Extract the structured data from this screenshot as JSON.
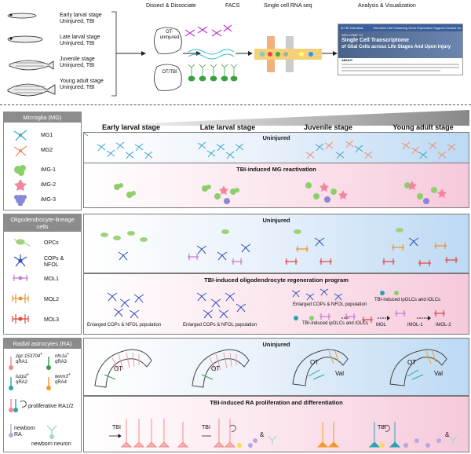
{
  "workflow": {
    "stages": [
      {
        "name": "Early larval stage",
        "cond": "Uninjured, TBI"
      },
      {
        "name": "Late larval stage",
        "cond": "Uninjured, TBI"
      },
      {
        "name": "Juvenile stage",
        "cond": "Uninjured, TBI"
      },
      {
        "name": "Young adult stage",
        "cond": "Uninjured, TBI"
      }
    ],
    "steps": [
      "Dissect & Dissociate",
      "FACS",
      "Single cell RNA seq",
      "Analysis & Visualization"
    ],
    "ot_uninjured": "OT-\nuninjured",
    "ot_tbi": "OT/TBI",
    "website": {
      "nav": "zf-TBI Glia Atlas",
      "nav_items": [
        "Overview",
        "Cell Clustering",
        "Gene Expression",
        "Support",
        "Contact Us"
      ],
      "welcome": "WELCOME TO",
      "title1": "Single Cell Transcriptome",
      "title2": "of Glial Cells across Life Stages And Upon Injury",
      "about": "ABOUT"
    }
  },
  "stage_headers": [
    "Early larval stage",
    "Late larval stage",
    "Juvenile stage",
    "Young adult stage"
  ],
  "microglia": {
    "title": "Microglia (MG)",
    "legend": [
      "MG1",
      "MG2",
      "iMG-1",
      "iMG-2",
      "iMG-3"
    ],
    "uninjured": "Uninjured",
    "tbi": "TBI-induced MG reactivation"
  },
  "oligo": {
    "title": "Oligodendrocyte-lineage cells",
    "legend": [
      "OPCs",
      "COPs & NFOL",
      "MOL1",
      "MOL2",
      "MOL3"
    ],
    "uninjured": "Uninjured",
    "tbi": "TBI-induced oligodendrocyte regeneration program",
    "labels": {
      "enlarged": "Enlarged COPs & NFOL population",
      "tbi_ipolc": "TBI-induced ipOLCs and iOLCs",
      "mol": "MOL",
      "imol1": "iMOL-1",
      "imol2": "iMOL-2"
    }
  },
  "radial": {
    "title": "Radial astrocytes (RA)",
    "legend": [
      {
        "gene": "zgc:153704",
        "name": "qRA1"
      },
      {
        "gene": "ntn1a",
        "name": "qRA3"
      },
      {
        "gene": "luzp2",
        "name": "qRA2"
      },
      {
        "gene": "tenm3",
        "name": "qRA4"
      }
    ],
    "proliferative": "proliferative RA1/2",
    "newborn_ra": "newborn\nRA",
    "newborn_neuron": "newborn neuron",
    "uninjured": "Uninjured",
    "tbi": "TBI-induced RA proliferation and differentiation",
    "ot": "OT",
    "val": "Val",
    "tbi_label": "TBI",
    "amp": "&"
  },
  "colors": {
    "mg1": "#3aa3c9",
    "mg2": "#f08a6a",
    "img1": "#8ccf6a",
    "img2": "#f0879e",
    "img3": "#8a86d8",
    "opc": "#9fd27a",
    "cops": "#2d4fbf",
    "mol1": "#c77ad6",
    "mol2": "#f0922e",
    "mol3": "#e2463f",
    "qra1": "#f08a8a",
    "qra2": "#2aa3b0",
    "qra3": "#3a9a4a",
    "qra4": "#f39a2a"
  }
}
